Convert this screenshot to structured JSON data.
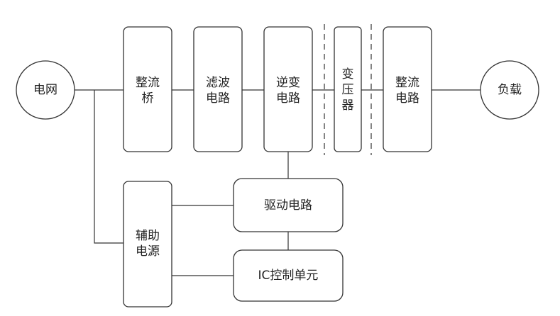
{
  "nodes": {
    "grid": "电网",
    "rectifier_bridge": [
      "整流",
      "桥"
    ],
    "filter": [
      "滤波",
      "电路"
    ],
    "inverter": [
      "逆变",
      "电路"
    ],
    "transformer": [
      "变",
      "压",
      "器"
    ],
    "output_rectifier": [
      "整流",
      "电路"
    ],
    "load": "负载",
    "aux_power": [
      "辅助",
      "电源"
    ],
    "driver": "驱动电路",
    "ic_control": "IC控制单元"
  },
  "colors": {
    "stroke": "#333333",
    "text": "#222222",
    "fill": "#ffffff"
  }
}
